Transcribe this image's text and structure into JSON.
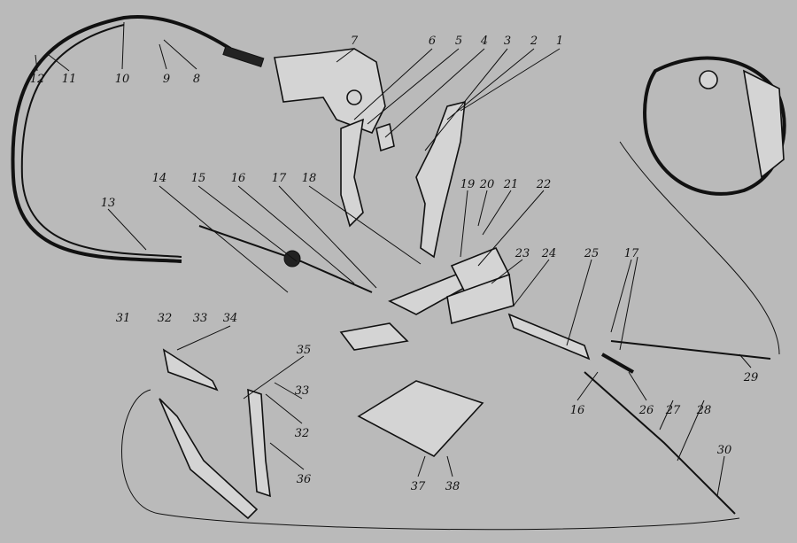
{
  "title": "Parking brake assembly exploded view",
  "callouts": [
    {
      "id": "c1",
      "text": "1"
    },
    {
      "id": "c2",
      "text": "2"
    },
    {
      "id": "c3",
      "text": "3"
    },
    {
      "id": "c4",
      "text": "4"
    },
    {
      "id": "c5",
      "text": "5"
    },
    {
      "id": "c6",
      "text": "6"
    },
    {
      "id": "c7",
      "text": "7"
    },
    {
      "id": "c8",
      "text": "8"
    },
    {
      "id": "c9",
      "text": "9"
    },
    {
      "id": "c10",
      "text": "10"
    },
    {
      "id": "c11",
      "text": "11"
    },
    {
      "id": "c12",
      "text": "12"
    },
    {
      "id": "c13",
      "text": "13"
    },
    {
      "id": "c14",
      "text": "14"
    },
    {
      "id": "c15",
      "text": "15"
    },
    {
      "id": "c16a",
      "text": "16"
    },
    {
      "id": "c17a",
      "text": "17"
    },
    {
      "id": "c18",
      "text": "18"
    },
    {
      "id": "c19",
      "text": "19"
    },
    {
      "id": "c20",
      "text": "20"
    },
    {
      "id": "c21",
      "text": "21"
    },
    {
      "id": "c22",
      "text": "22"
    },
    {
      "id": "c23",
      "text": "23"
    },
    {
      "id": "c24",
      "text": "24"
    },
    {
      "id": "c25",
      "text": "25"
    },
    {
      "id": "c17b",
      "text": "17"
    },
    {
      "id": "c26",
      "text": "26"
    },
    {
      "id": "c16b",
      "text": "16"
    },
    {
      "id": "c27",
      "text": "27"
    },
    {
      "id": "c28",
      "text": "28"
    },
    {
      "id": "c29",
      "text": "29"
    },
    {
      "id": "c30",
      "text": "30"
    },
    {
      "id": "c31",
      "text": "31"
    },
    {
      "id": "c32a",
      "text": "32"
    },
    {
      "id": "c33a",
      "text": "33"
    },
    {
      "id": "c34",
      "text": "34"
    },
    {
      "id": "c35",
      "text": "35"
    },
    {
      "id": "c33b",
      "text": "33"
    },
    {
      "id": "c32b",
      "text": "32"
    },
    {
      "id": "c36",
      "text": "36"
    },
    {
      "id": "c37",
      "text": "37"
    },
    {
      "id": "c38",
      "text": "38"
    }
  ]
}
